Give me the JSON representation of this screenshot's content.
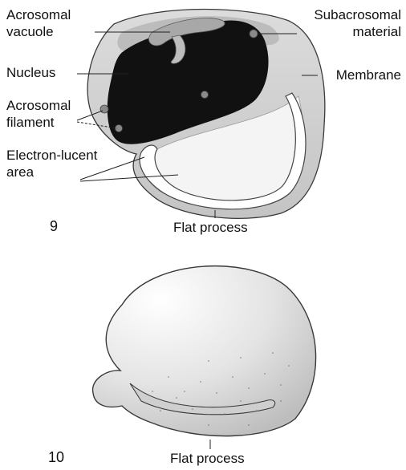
{
  "figure9": {
    "number": "9",
    "labels": {
      "acrosomal_vacuole_line1": "Acrosomal",
      "acrosomal_vacuole_line2": "vacuole",
      "subacrosomal_line1": "Subacrosomal",
      "subacrosomal_line2": "material",
      "nucleus": "Nucleus",
      "membrane": "Membrane",
      "acrosomal_filament_line1": "Acrosomal",
      "acrosomal_filament_line2": "filament",
      "electron_lucent_line1": "Electron-lucent",
      "electron_lucent_line2": "area",
      "flat_process": "Flat process"
    }
  },
  "figure10": {
    "number": "10",
    "labels": {
      "flat_process": "Flat process"
    }
  },
  "colors": {
    "outline": "#3a3a3a",
    "cytoplasm": "#cfcfcf",
    "nucleus": "#111111",
    "granule": "#8a8a8a",
    "vacuole": "#a8a8a8",
    "lucent": "#f4f4f4"
  }
}
